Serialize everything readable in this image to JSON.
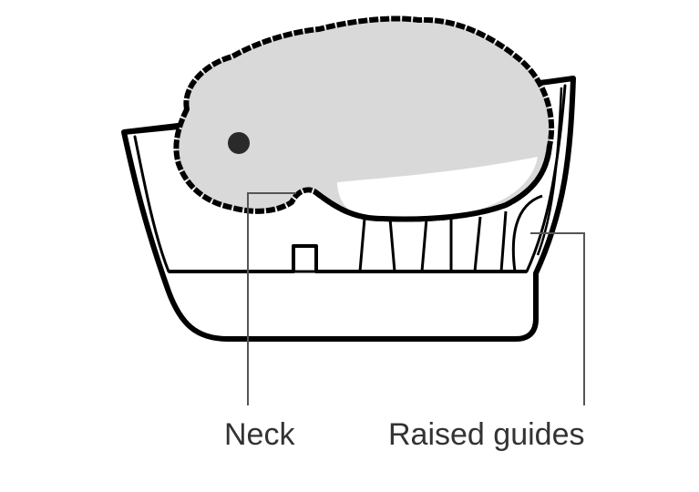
{
  "diagram": {
    "subject": "brush head with pad seated in holder, side view",
    "colors": {
      "outline": "#000000",
      "pad_fill": "#d9d9d9",
      "eye_dot": "#2a2a2a",
      "callout_line": "#555555",
      "label_text": "#333333",
      "background": "#ffffff"
    },
    "callouts": [
      {
        "id": "neck",
        "label": "Neck"
      },
      {
        "id": "raised-guides",
        "label": "Raised guides"
      }
    ]
  }
}
